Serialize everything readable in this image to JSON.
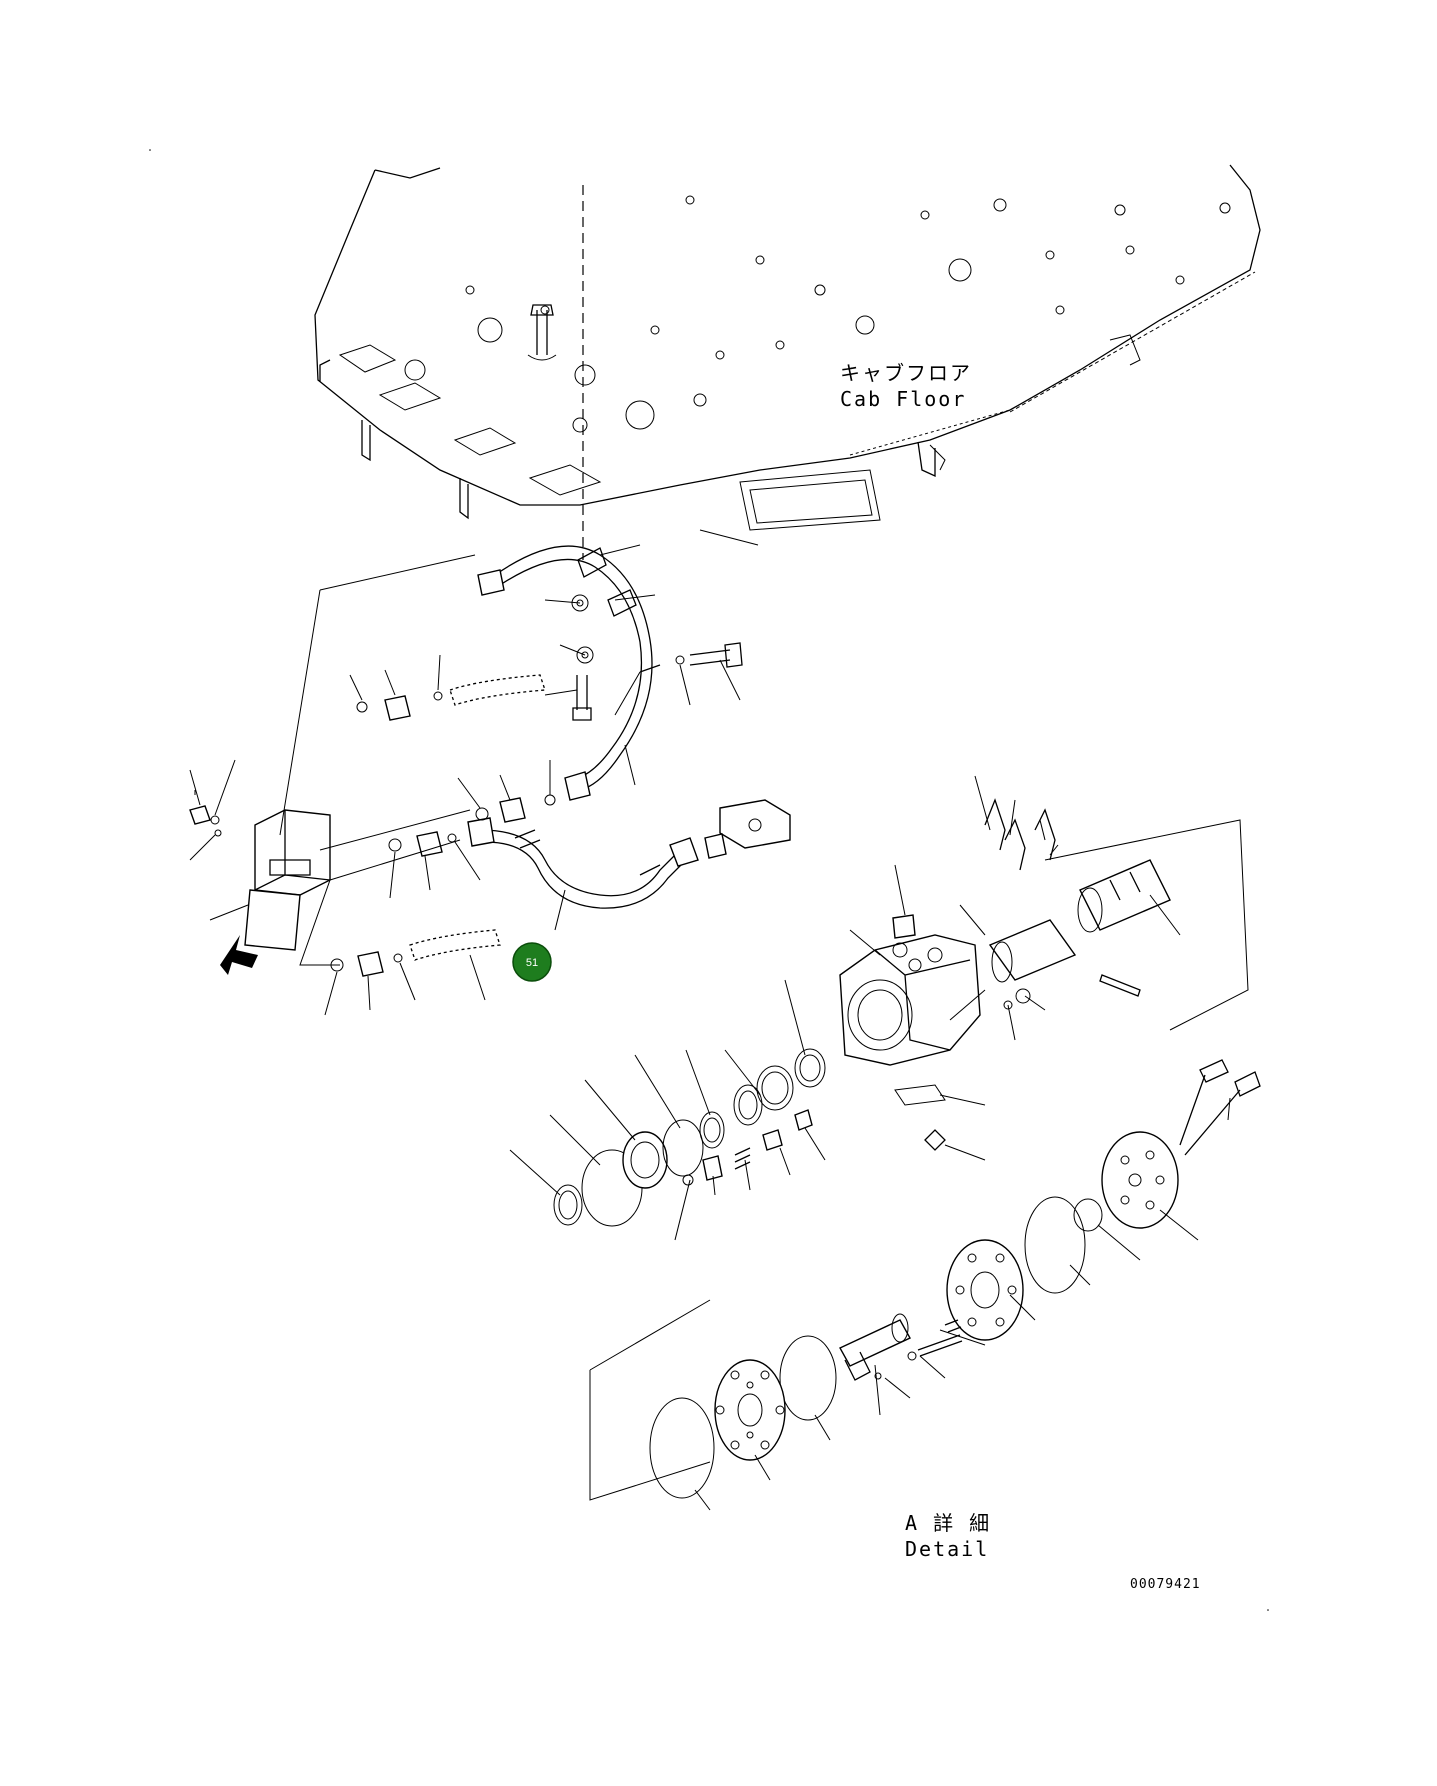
{
  "labels": {
    "cab_floor_jp": "キャブフロア",
    "cab_floor_en": "Cab Floor",
    "detail_jp": "A 詳 細",
    "detail_en": "Detail",
    "drawing_number": "00079421"
  },
  "callouts": [
    {
      "number": "51",
      "color": "#1e7d1e"
    }
  ],
  "icons": {
    "view-arrow": "arrow-icon"
  }
}
